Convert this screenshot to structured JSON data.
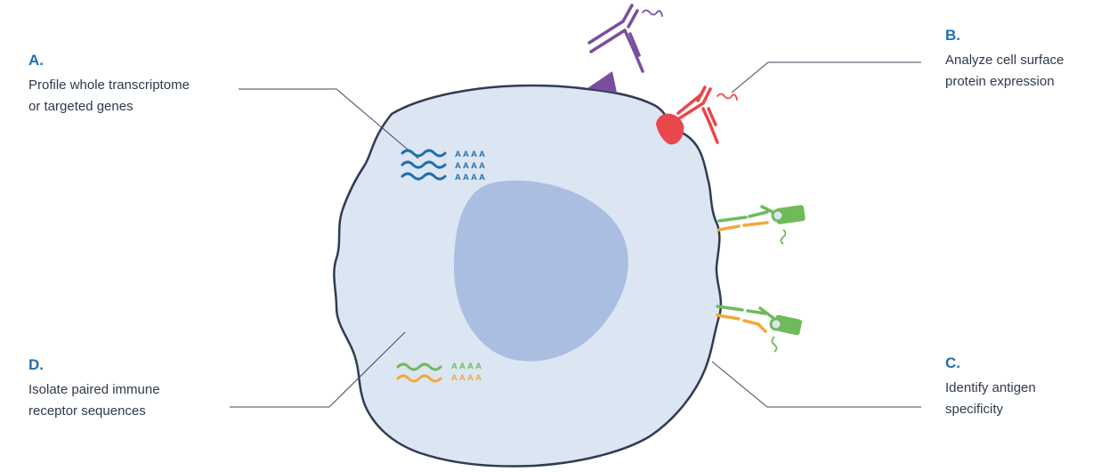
{
  "labels": {
    "a": {
      "letter": "A.",
      "line1": "Profile whole transcriptome",
      "line2": "or targeted genes"
    },
    "b": {
      "letter": "B.",
      "line1": "Analyze cell surface",
      "line2": "protein expression"
    },
    "c": {
      "letter": "C.",
      "line1": "Identify antigen",
      "line2": "specificity"
    },
    "d": {
      "letter": "D.",
      "line1": "Isolate paired immune",
      "line2": "receptor sequences"
    }
  },
  "poly_a_tail": "AAAA",
  "colors": {
    "cell_fill": "#dce5f2",
    "cell_outline": "#2f3d52",
    "nucleus": "#a9bee0",
    "mrna": "#1f6fae",
    "antibody_purple": "#7a4e9e",
    "antibody_red": "#e8474c",
    "receptor_green": "#6fba5b",
    "receptor_orange": "#f2a93b",
    "leader_line": "#3a4a5e",
    "letter": "#1f6fae"
  },
  "icons": [
    "cell-membrane",
    "nucleus",
    "mrna-transcript-icon",
    "antibody-icon",
    "surface-protein-icon",
    "t-cell-receptor-icon",
    "antigen-icon"
  ]
}
